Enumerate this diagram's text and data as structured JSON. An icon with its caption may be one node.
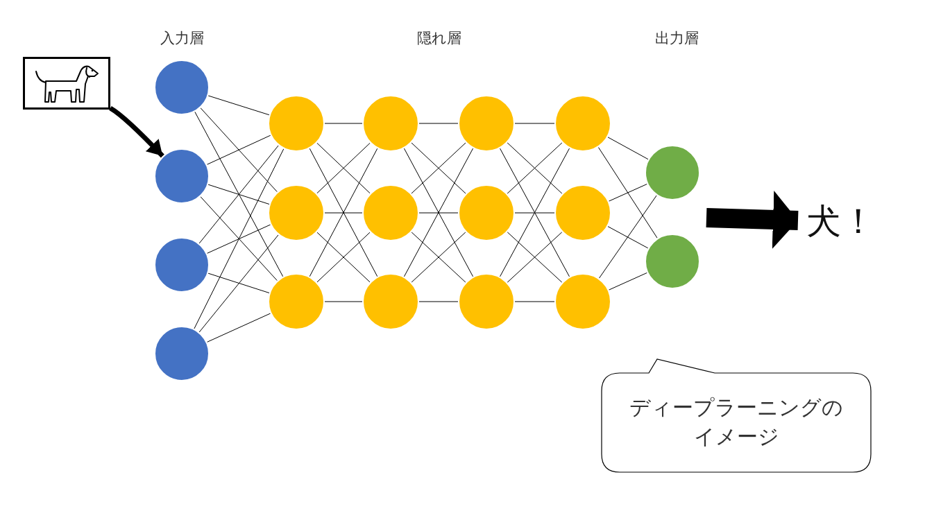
{
  "diagram": {
    "nodes": [
      {
        "text": [],
        "shape": "picture"
      },
      {
        "text": [],
        "shape": "circle"
      },
      {
        "text": [],
        "shape": "circle"
      },
      {
        "text": [],
        "shape": "circle"
      },
      {
        "text": [],
        "shape": "circle"
      },
      {
        "text": [],
        "shape": "circle"
      },
      {
        "text": [],
        "shape": "circle"
      },
      {
        "text": [],
        "shape": "circle"
      },
      {
        "text": [],
        "shape": "circle"
      },
      {
        "text": [],
        "shape": "circle"
      },
      {
        "text": [],
        "shape": "circle"
      },
      {
        "text": [],
        "shape": "circle"
      },
      {
        "text": [],
        "shape": "circle"
      },
      {
        "text": [],
        "shape": "circle"
      },
      {
        "text": [],
        "shape": "circle"
      },
      {
        "text": [],
        "shape": "circle"
      },
      {
        "text": [],
        "shape": "circle"
      },
      {
        "text": [],
        "shape": "circle"
      },
      {
        "text": [],
        "shape": "circle"
      },
      {
        "text": [
          "犬！"
        ]
      },
      {
        "text": [
          "ディープラーニングのイメージ"
        ]
      }
    ],
    "edges": [
      {
        "from": 1,
        "to": 5,
        "arrow": "none"
      },
      {
        "from": 1,
        "to": 6,
        "arrow": "none"
      },
      {
        "from": 1,
        "to": 7,
        "arrow": "none"
      },
      {
        "from": 2,
        "to": 5,
        "arrow": "none"
      },
      {
        "from": 2,
        "to": 6,
        "arrow": "none"
      },
      {
        "from": 2,
        "to": 7,
        "arrow": "none"
      },
      {
        "from": 3,
        "to": 5,
        "arrow": "none"
      },
      {
        "from": 3,
        "to": 6,
        "arrow": "none"
      },
      {
        "from": 3,
        "to": 7,
        "arrow": "none"
      },
      {
        "from": 4,
        "to": 5,
        "arrow": "none"
      },
      {
        "from": 4,
        "to": 6,
        "arrow": "none"
      },
      {
        "from": 4,
        "to": 7,
        "arrow": "none"
      },
      {
        "from": 5,
        "to": 8,
        "arrow": "none"
      },
      {
        "from": 5,
        "to": 9,
        "arrow": "none"
      },
      {
        "from": 5,
        "to": 10,
        "arrow": "none"
      },
      {
        "from": 6,
        "to": 8,
        "arrow": "none"
      },
      {
        "from": 6,
        "to": 9,
        "arrow": "none"
      },
      {
        "from": 6,
        "to": 10,
        "arrow": "none"
      },
      {
        "from": 7,
        "to": 8,
        "arrow": "none"
      },
      {
        "from": 7,
        "to": 9,
        "arrow": "none"
      },
      {
        "from": 7,
        "to": 10,
        "arrow": "none"
      },
      {
        "from": 8,
        "to": 11,
        "arrow": "none"
      },
      {
        "from": 8,
        "to": 12,
        "arrow": "none"
      },
      {
        "from": 8,
        "to": 13,
        "arrow": "none"
      },
      {
        "from": 9,
        "to": 11,
        "arrow": "none"
      },
      {
        "from": 9,
        "to": 12,
        "arrow": "none"
      },
      {
        "from": 9,
        "to": 13,
        "arrow": "none"
      },
      {
        "from": 10,
        "to": 11,
        "arrow": "none"
      },
      {
        "from": 10,
        "to": 12,
        "arrow": "none"
      },
      {
        "from": 10,
        "to": 13,
        "arrow": "none"
      },
      {
        "from": 11,
        "to": 14,
        "arrow": "none"
      },
      {
        "from": 11,
        "to": 15,
        "arrow": "none"
      },
      {
        "from": 11,
        "to": 16,
        "arrow": "none"
      },
      {
        "from": 12,
        "to": 14,
        "arrow": "none"
      },
      {
        "from": 12,
        "to": 15,
        "arrow": "none"
      },
      {
        "from": 12,
        "to": 16,
        "arrow": "none"
      },
      {
        "from": 13,
        "to": 14,
        "arrow": "none"
      },
      {
        "from": 13,
        "to": 15,
        "arrow": "none"
      },
      {
        "from": 13,
        "to": 16,
        "arrow": "none"
      },
      {
        "from": 14,
        "to": 17,
        "arrow": "none"
      },
      {
        "from": 14,
        "to": 18,
        "arrow": "none"
      },
      {
        "from": 15,
        "to": 17,
        "arrow": "none"
      },
      {
        "from": 15,
        "to": 18,
        "arrow": "none"
      },
      {
        "from": 16,
        "to": 17,
        "arrow": "none"
      },
      {
        "from": 16,
        "to": 18,
        "arrow": "none"
      },
      {
        "from": 0,
        "to": 2,
        "arrow": "to",
        "style": "thick"
      },
      {
        "from": null,
        "to": 19,
        "arrow": "to",
        "style": "thick"
      }
    ],
    "labels": [
      "入力層",
      "隠れ層",
      "出力層"
    ]
  }
}
